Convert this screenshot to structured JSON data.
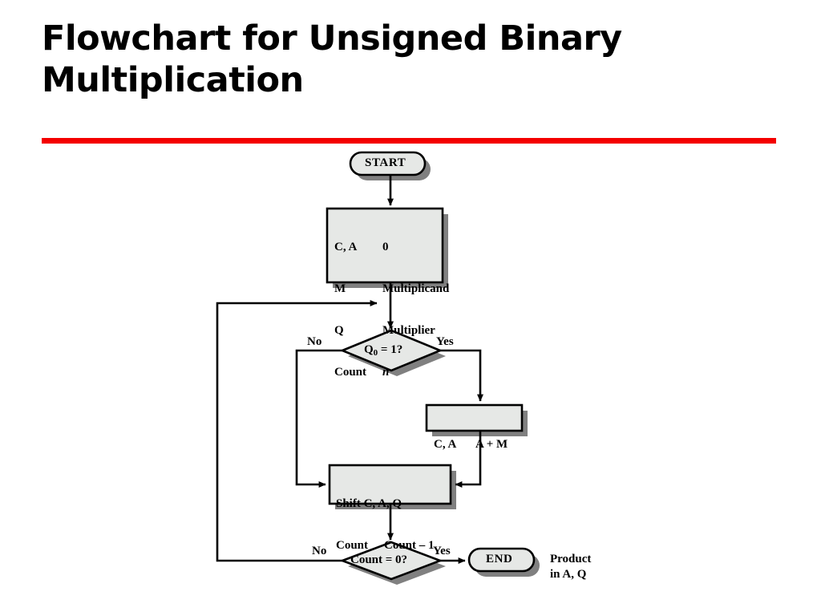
{
  "slide": {
    "title": "Flowchart for Unsigned Binary\nMultiplication",
    "rule_color": "#f40000"
  },
  "theme": {
    "node_fill": "#e6e8e6",
    "node_stroke": "#000000",
    "shadow": "#808080",
    "text": "#000000",
    "background": "#ffffff"
  },
  "flowchart": {
    "nodes": [
      {
        "id": "start",
        "type": "terminal",
        "label": "START"
      },
      {
        "id": "init",
        "type": "process",
        "lines": [
          {
            "left": "C, A",
            "right": "0"
          },
          {
            "left": "M",
            "right": "Multiplicand"
          },
          {
            "left": "Q",
            "right": "Multiplier"
          },
          {
            "left": "Count",
            "right": "n",
            "right_italic": true
          }
        ]
      },
      {
        "id": "test-q0",
        "type": "decision",
        "label": "Q0 = 1?",
        "label_base": "Q",
        "label_sub": "0",
        "label_rest": " = 1?"
      },
      {
        "id": "add",
        "type": "process",
        "lines": [
          {
            "left": "C, A",
            "right": "A + M"
          }
        ]
      },
      {
        "id": "shift",
        "type": "process",
        "lines": [
          {
            "left": "Shift C, A, Q",
            "right": ""
          },
          {
            "left": "Count",
            "right": "Count – 1"
          }
        ]
      },
      {
        "id": "test-count",
        "type": "decision",
        "label": "Count = 0?"
      },
      {
        "id": "end",
        "type": "terminal",
        "label": "END"
      }
    ],
    "edge_labels": [
      {
        "id": "q0-no",
        "text": "No"
      },
      {
        "id": "q0-yes",
        "text": "Yes"
      },
      {
        "id": "cnt-no",
        "text": "No"
      },
      {
        "id": "cnt-yes",
        "text": "Yes"
      }
    ],
    "annotations": [
      {
        "id": "product-note",
        "text": "Product\nin A, Q"
      }
    ]
  }
}
